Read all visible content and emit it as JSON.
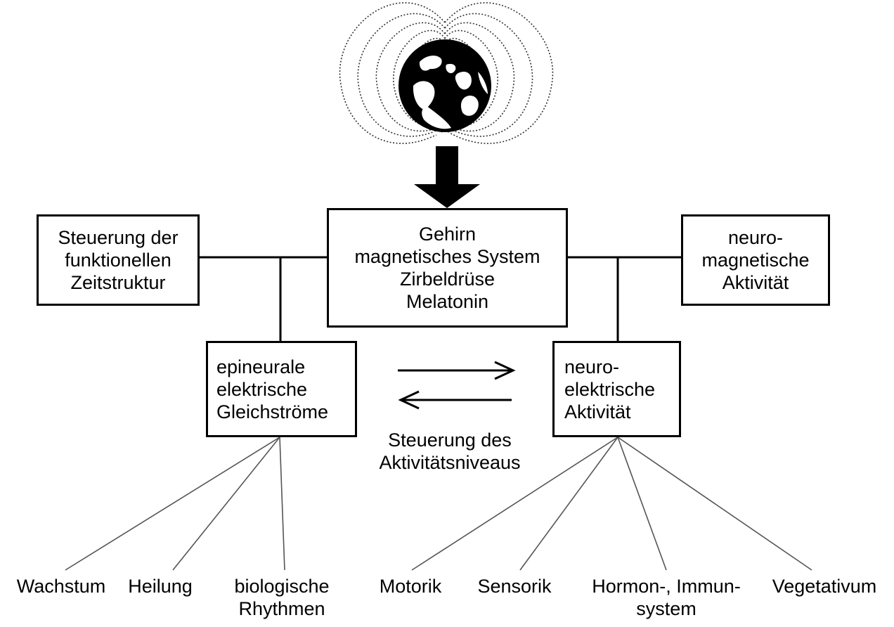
{
  "boxes": {
    "brain": [
      "Gehirn",
      "magnetisches System",
      "Zirbeldrüse",
      "Melatonin"
    ],
    "time_control": [
      "Steuerung der",
      "funktionellen",
      "Zeitstruktur"
    ],
    "neuromagnetic": [
      "neuro-",
      "magnetische",
      "Aktivität"
    ],
    "epineural": [
      "epineurale",
      "elektrische",
      "Gleichströme"
    ],
    "neuroelectric": [
      "neuro-",
      "elektrische",
      "Aktivität"
    ]
  },
  "activity_label": [
    "Steuerung des",
    "Aktivitätsniveaus"
  ],
  "outputs": {
    "growth": "Wachstum",
    "healing": "Heilung",
    "rhythms": [
      "biologische",
      "Rhythmen"
    ],
    "motor": "Motorik",
    "sensory": "Sensorik",
    "hormone_immune": [
      "Hormon-, Immun-",
      "system"
    ],
    "vegetative": "Vegetativum"
  },
  "icons": {
    "earth": "earth-globe-icon",
    "field": "magnetic-field-lines"
  }
}
